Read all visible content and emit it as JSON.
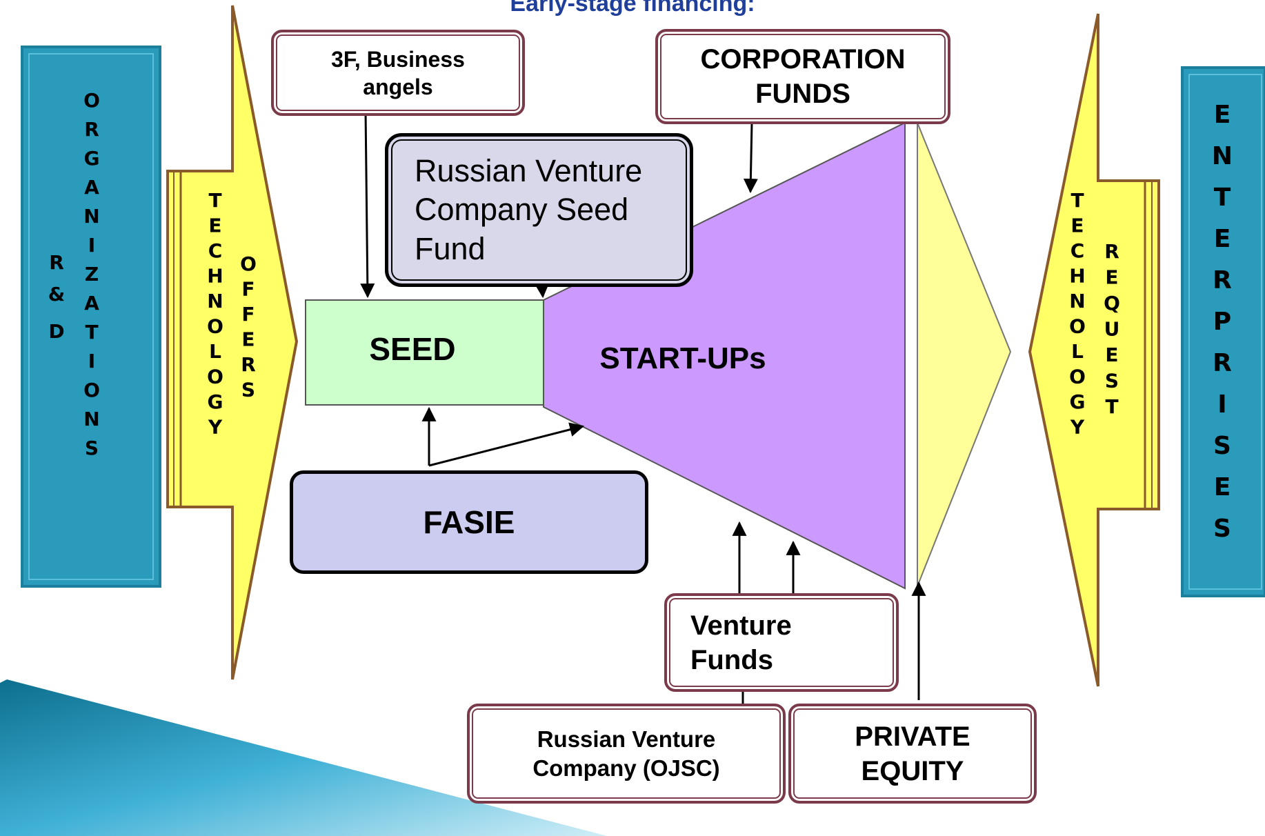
{
  "title": "Early-stage financing:",
  "left_panel": {
    "label": "R&D",
    "label_2": "ORGANIZATIONS"
  },
  "right_panel": {
    "label": "ENTERPRISES"
  },
  "left_arrow": {
    "col1": "TECHNOLOGY",
    "col2": "OFFERS"
  },
  "right_arrow": {
    "col1": "TECHNOLOGY",
    "col2": "REQUEST"
  },
  "boxes": {
    "angels": "3F, Business\nangels",
    "rvc_seed": "Russian Venture\nCompany Seed\nFund",
    "corporation": "CORPORATION\nFUNDS",
    "seed": "SEED",
    "startups": "START-UPs",
    "fasie": "FASIE",
    "venture_funds": "Venture\nFunds",
    "rvc": "Russian Venture\nCompany (OJSC)",
    "private_equity": "PRIVATE\nEQUITY"
  },
  "colors": {
    "panel": "#2b9bbb",
    "arrow": "#ffff66",
    "seed": "#ccffcc",
    "startups": "#cc99ff",
    "yellow_wedge": "#ffff99",
    "fasie": "#ccccf0",
    "rvc_seed": "#d8d8ea",
    "title": "#1f3f9a"
  }
}
